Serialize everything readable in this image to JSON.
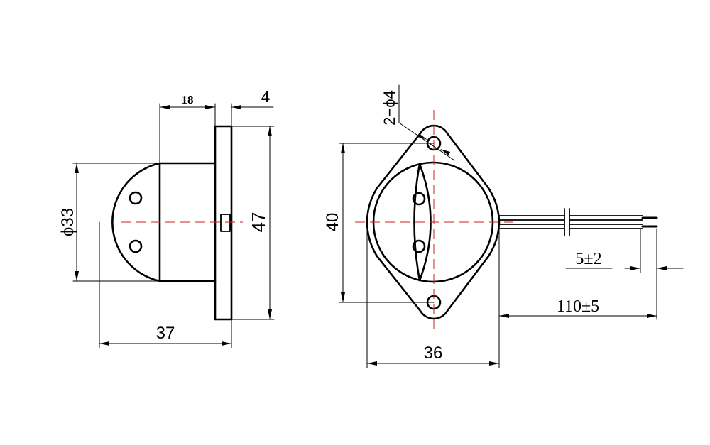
{
  "colors": {
    "outline": "#000000",
    "centerline": "#d02020",
    "background": "#ffffff"
  },
  "dimensions": {
    "side_width": "18",
    "flange_thickness": "4",
    "diameter": "ϕ33",
    "height": "47",
    "overall_length": "37",
    "hole_label": "2−ϕ4",
    "hole_spacing": "40",
    "body_width": "36",
    "strip_length": "5±2",
    "wire_length": "110±5"
  }
}
